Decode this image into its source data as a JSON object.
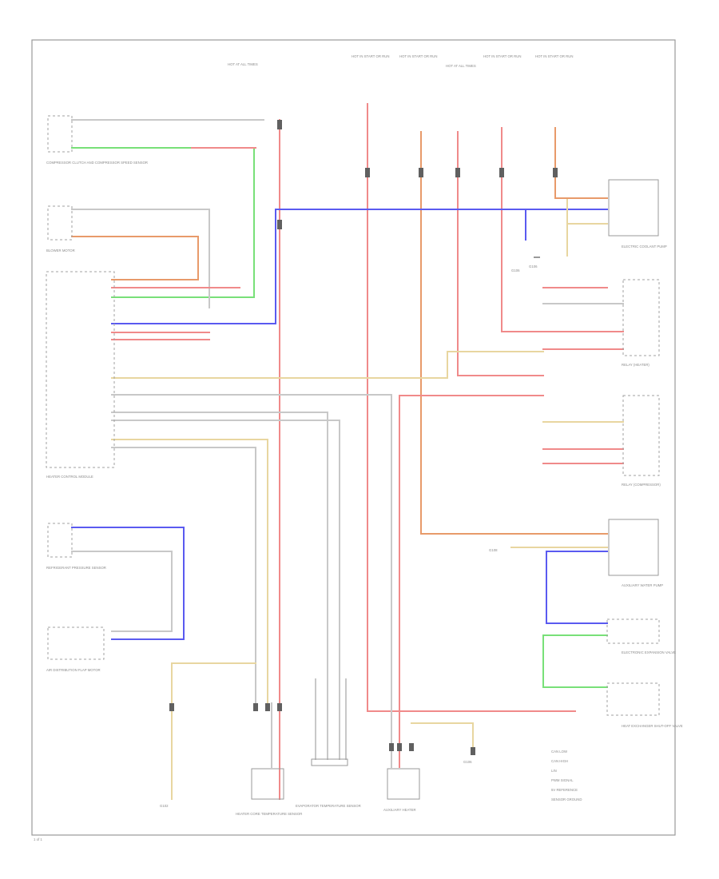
{
  "diagram": {
    "title": "",
    "page_number": "1 of 1",
    "top_fuses": [
      {
        "id": "fuse-1",
        "label": "HOT AT ALL TIMES"
      },
      {
        "id": "fuse-2",
        "label": "HOT IN START OR RUN"
      },
      {
        "id": "fuse-3",
        "label": "HOT IN START OR RUN"
      },
      {
        "id": "fuse-4",
        "label": "HOT AT ALL TIMES"
      },
      {
        "id": "fuse-5",
        "label": "HOT IN START OR RUN"
      },
      {
        "id": "fuse-6",
        "label": "HOT IN START OR RUN"
      }
    ],
    "components": [
      {
        "id": "comp-left-1",
        "label": "COMPRESSOR CLUTCH AND COMPRESSOR SPEED SENSOR"
      },
      {
        "id": "comp-left-2",
        "label": "BLOWER MOTOR"
      },
      {
        "id": "comp-left-3",
        "label": "HEATER CONTROL MODULE"
      },
      {
        "id": "comp-left-4",
        "label": "REFRIGERANT PRESSURE SENSOR"
      },
      {
        "id": "comp-left-5",
        "label": "AIR DISTRIBUTION FLAP MOTOR"
      },
      {
        "id": "comp-bottom-1",
        "label": "HEATER CORE TEMPERATURE SENSOR"
      },
      {
        "id": "comp-bottom-2",
        "label": "EVAPORATOR TEMPERATURE SENSOR"
      },
      {
        "id": "comp-bottom-3",
        "label": "AUXILIARY HEATER"
      },
      {
        "id": "comp-right-1",
        "label": "ELECTRIC COOLANT PUMP"
      },
      {
        "id": "comp-right-2",
        "label": "RELAY (HEATER)"
      },
      {
        "id": "comp-right-3",
        "label": "RELAY (COMPRESSOR)"
      },
      {
        "id": "comp-right-4",
        "label": "AUXILIARY WATER PUMP"
      },
      {
        "id": "comp-right-5",
        "label": "ELECTRONIC EXPANSION VALVE"
      },
      {
        "id": "comp-right-6",
        "label": "HEAT EXCHANGER SHUT-OFF VALVE"
      }
    ],
    "ground_labels": [
      "G106",
      "G108",
      "G106",
      "G106",
      "G102"
    ],
    "legend": [
      "CAN LOW",
      "CAN HIGH",
      "LIN",
      "PWM SIGNAL",
      "5V REFERENCE",
      "SENSOR GROUND"
    ],
    "colors": {
      "red": "#f08a8a",
      "blue": "#5a5af0",
      "green": "#78e078",
      "orange": "#e89a6a",
      "yellow": "#e8d6a0",
      "gray": "#c8c8c8"
    }
  }
}
